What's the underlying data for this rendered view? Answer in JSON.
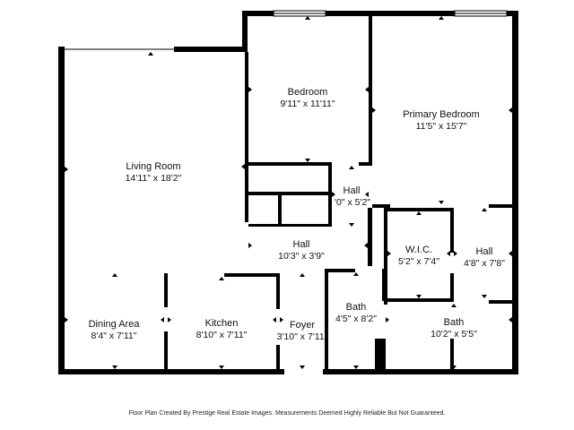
{
  "colors": {
    "wall": "#000000",
    "background": "#ffffff",
    "window_fill": "#ffffff"
  },
  "rooms": {
    "living_room": {
      "name": "Living Room",
      "dims": "14'11\" x 18'2\""
    },
    "bedroom": {
      "name": "Bedroom",
      "dims": "9'11\" x 11'11\""
    },
    "primary_bedroom": {
      "name": "Primary Bedroom",
      "dims": "11'5\" x 15'7\""
    },
    "hall_small": {
      "name": "Hall",
      "dims": "'0\" x 5'2\""
    },
    "hall_main": {
      "name": "Hall",
      "dims": "10'3\" x 3'9\""
    },
    "wic": {
      "name": "W.I.C.",
      "dims": "5'2\" x 7'4\""
    },
    "hall_right": {
      "name": "Hall",
      "dims": "4'8\" x 7'8\""
    },
    "dining_area": {
      "name": "Dining Area",
      "dims": "8'4\" x 7'11\""
    },
    "kitchen": {
      "name": "Kitchen",
      "dims": "8'10\" x 7'11\""
    },
    "foyer": {
      "name": "Foyer",
      "dims": "3'10\" x 7'11\""
    },
    "bath_left": {
      "name": "Bath",
      "dims": "4'5\" x 8'2\""
    },
    "bath_right": {
      "name": "Bath",
      "dims": "10'2\" x 5'5\""
    }
  },
  "footer": {
    "note": "Floor Plan Created By Prestige Real Estate Images. Measurements Deemed Highly Reliable But Not Guaranteed."
  }
}
